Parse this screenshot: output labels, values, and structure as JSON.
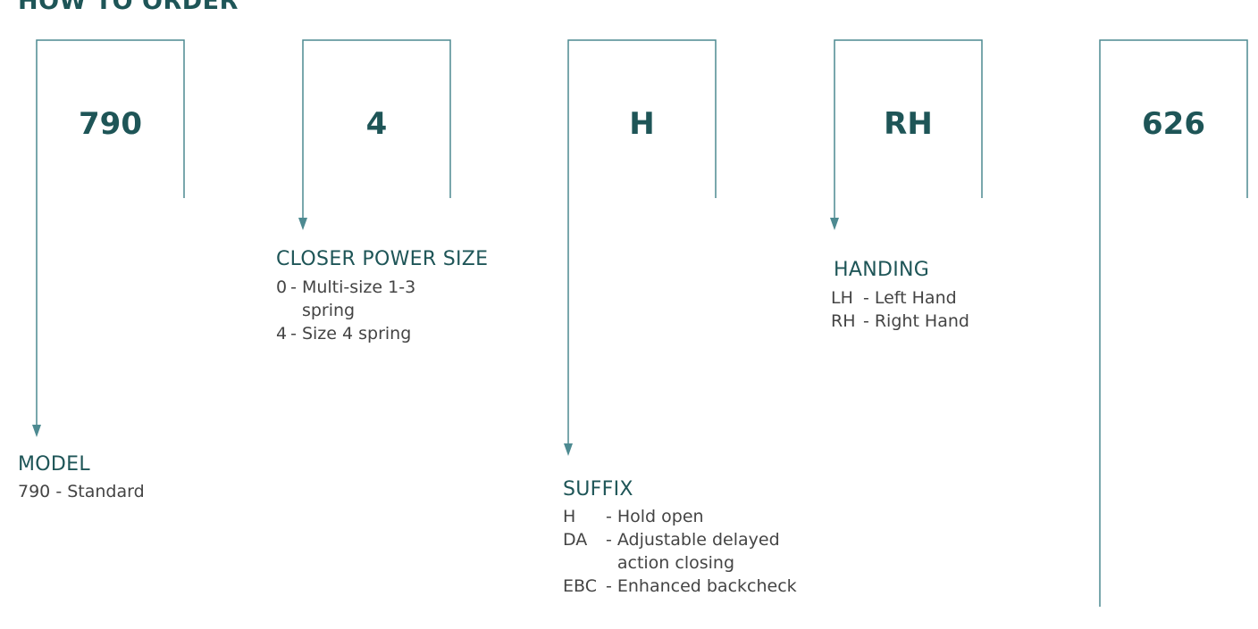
{
  "title": "HOW TO ORDER",
  "line_color": "#4d8a91",
  "text_color": "#1e5557",
  "boxes": [
    {
      "code": "790"
    },
    {
      "code": "4"
    },
    {
      "code": "H"
    },
    {
      "code": "RH"
    },
    {
      "code": "626"
    }
  ],
  "sections": {
    "model": {
      "title": "MODEL",
      "options": [
        {
          "code": "790",
          "desc": "Standard"
        }
      ]
    },
    "closer_power_size": {
      "title": "CLOSER POWER SIZE",
      "options": [
        {
          "code": "0",
          "desc": "Multi-size 1-3",
          "desc_cont": "spring"
        },
        {
          "code": "4",
          "desc": "Size 4 spring"
        }
      ]
    },
    "suffix": {
      "title": "SUFFIX",
      "options": [
        {
          "code": "H",
          "desc": "Hold open"
        },
        {
          "code": "DA",
          "desc": "Adjustable delayed",
          "desc_cont": "action closing"
        },
        {
          "code": "EBC",
          "desc": "Enhanced backcheck"
        }
      ]
    },
    "handing": {
      "title": "HANDING",
      "options": [
        {
          "code": "LH",
          "desc": "Left Hand"
        },
        {
          "code": "RH",
          "desc": "Right Hand"
        }
      ]
    }
  }
}
